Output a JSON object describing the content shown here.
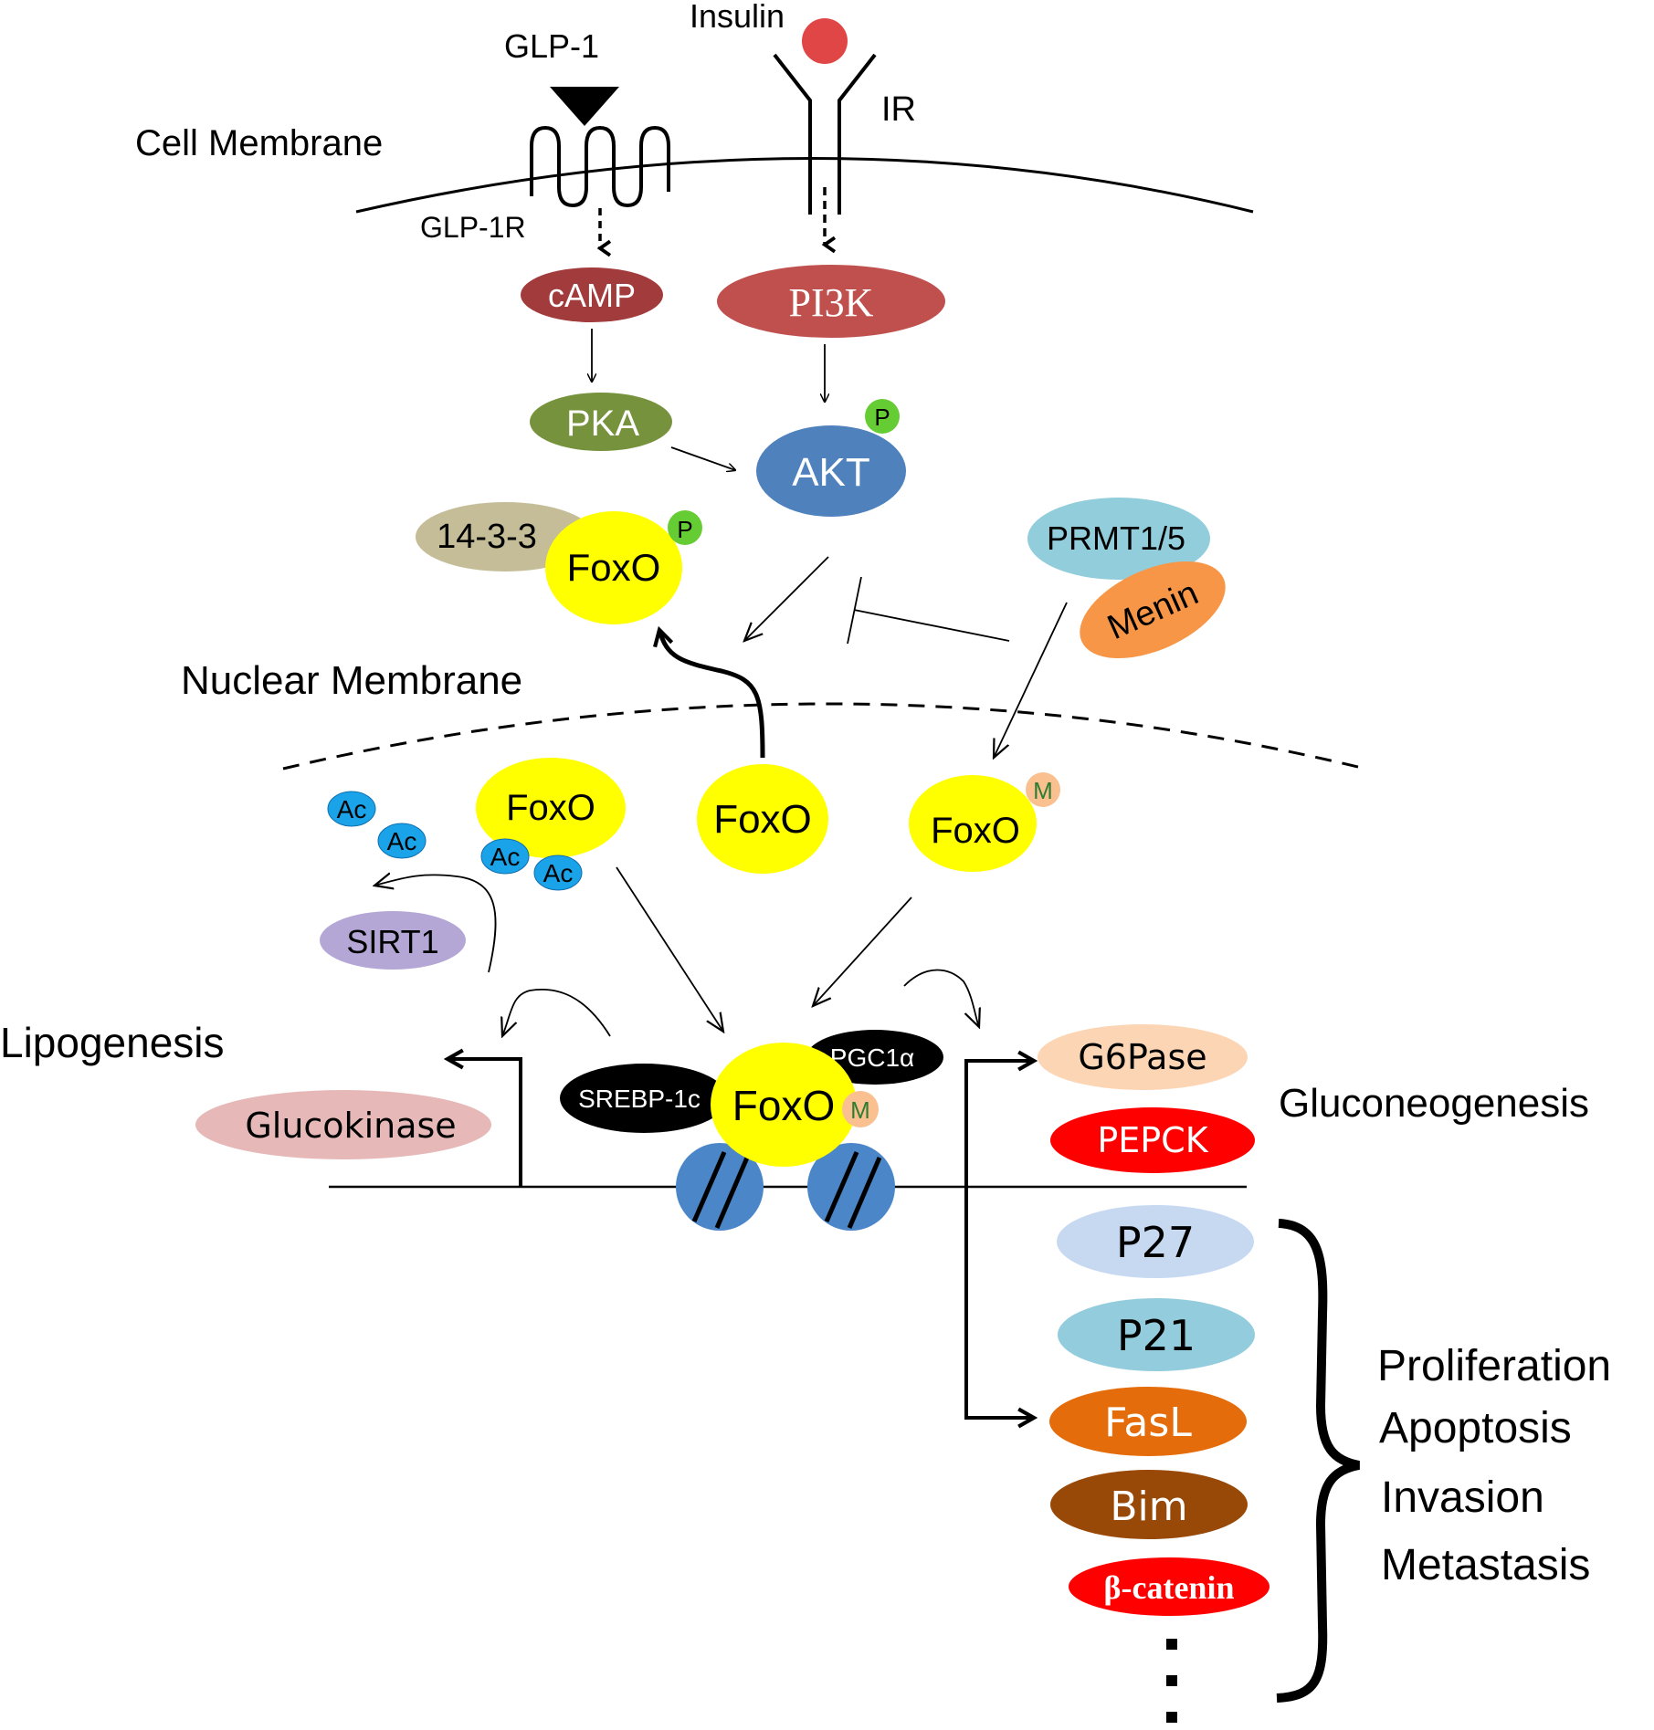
{
  "labels": {
    "cell_membrane": "Cell Membrane",
    "nuclear_membrane": "Nuclear Membrane",
    "glp1": "GLP-1",
    "glp1r": "GLP-1R",
    "insulin": "Insulin",
    "ir": "IR",
    "lipogenesis": "Lipogenesis",
    "gluconeogenesis": "Gluconeogenesis",
    "outcomes": [
      "Proliferation",
      "Apoptosis",
      "Invasion",
      "Metastasis"
    ]
  },
  "nodes": {
    "camp": "cAMP",
    "pi3k": "PI3K",
    "pka": "PKA",
    "akt": "AKT",
    "p": "P",
    "m": "M",
    "ac": "Ac",
    "foxo": "FoxO",
    "fourteen33": "14-3-3",
    "prmt": "PRMT1/5",
    "menin": "Menin",
    "sirt1": "SIRT1",
    "srebp": "SREBP-1c",
    "pgc1a": "PGC1α",
    "glucokinase": "Glucokinase",
    "g6pase": "G6Pase",
    "pepck": "PEPCK",
    "p27": "P27",
    "p21": "P21",
    "fasl": "FasL",
    "bim": "Bim",
    "bcatenin": "β-catenin"
  },
  "colors": {
    "camp": "#a23b3b",
    "pi3k": "#c0504d",
    "pka": "#76923c",
    "akt": "#4f81bd",
    "phospho": "#66cc33",
    "foxo": "#ffff00",
    "fourteen33": "#c4bd97",
    "prmt": "#92cddc",
    "menin": "#f79646",
    "acetyl": "#1aa3e8",
    "sirt1": "#b4a7d6",
    "methyl": "#fac090",
    "glucokinase": "#e6b9b8",
    "g6pase": "#fcd5b4",
    "pepck": "#ff0000",
    "p27": "#c6d9f1",
    "p21": "#93cddd",
    "fasl": "#e46c0a",
    "bim": "#984807",
    "bcatenin": "#ff0000",
    "histone": "#4a86c8"
  }
}
